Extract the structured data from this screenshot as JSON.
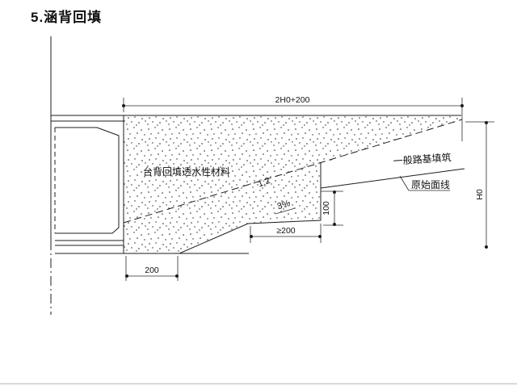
{
  "page": {
    "heading": "5.涵背回填"
  },
  "figure": {
    "labels": {
      "backfill_zone": "台背回填透水性材料",
      "excavation_slope": "1:2",
      "bench_slope": "3%",
      "general_roadbed_fill": "一般路基填筑",
      "original_ground_line": "原始面线"
    },
    "dimensions": {
      "top_width": "2H0+200",
      "fill_height": "H0",
      "bench_height": "100",
      "bench_min_width": "≥200",
      "base_width": "200"
    },
    "colors": {
      "line": "#1c1c1c",
      "background": "#ffffff",
      "page_edge": "#c9c9c9"
    }
  }
}
